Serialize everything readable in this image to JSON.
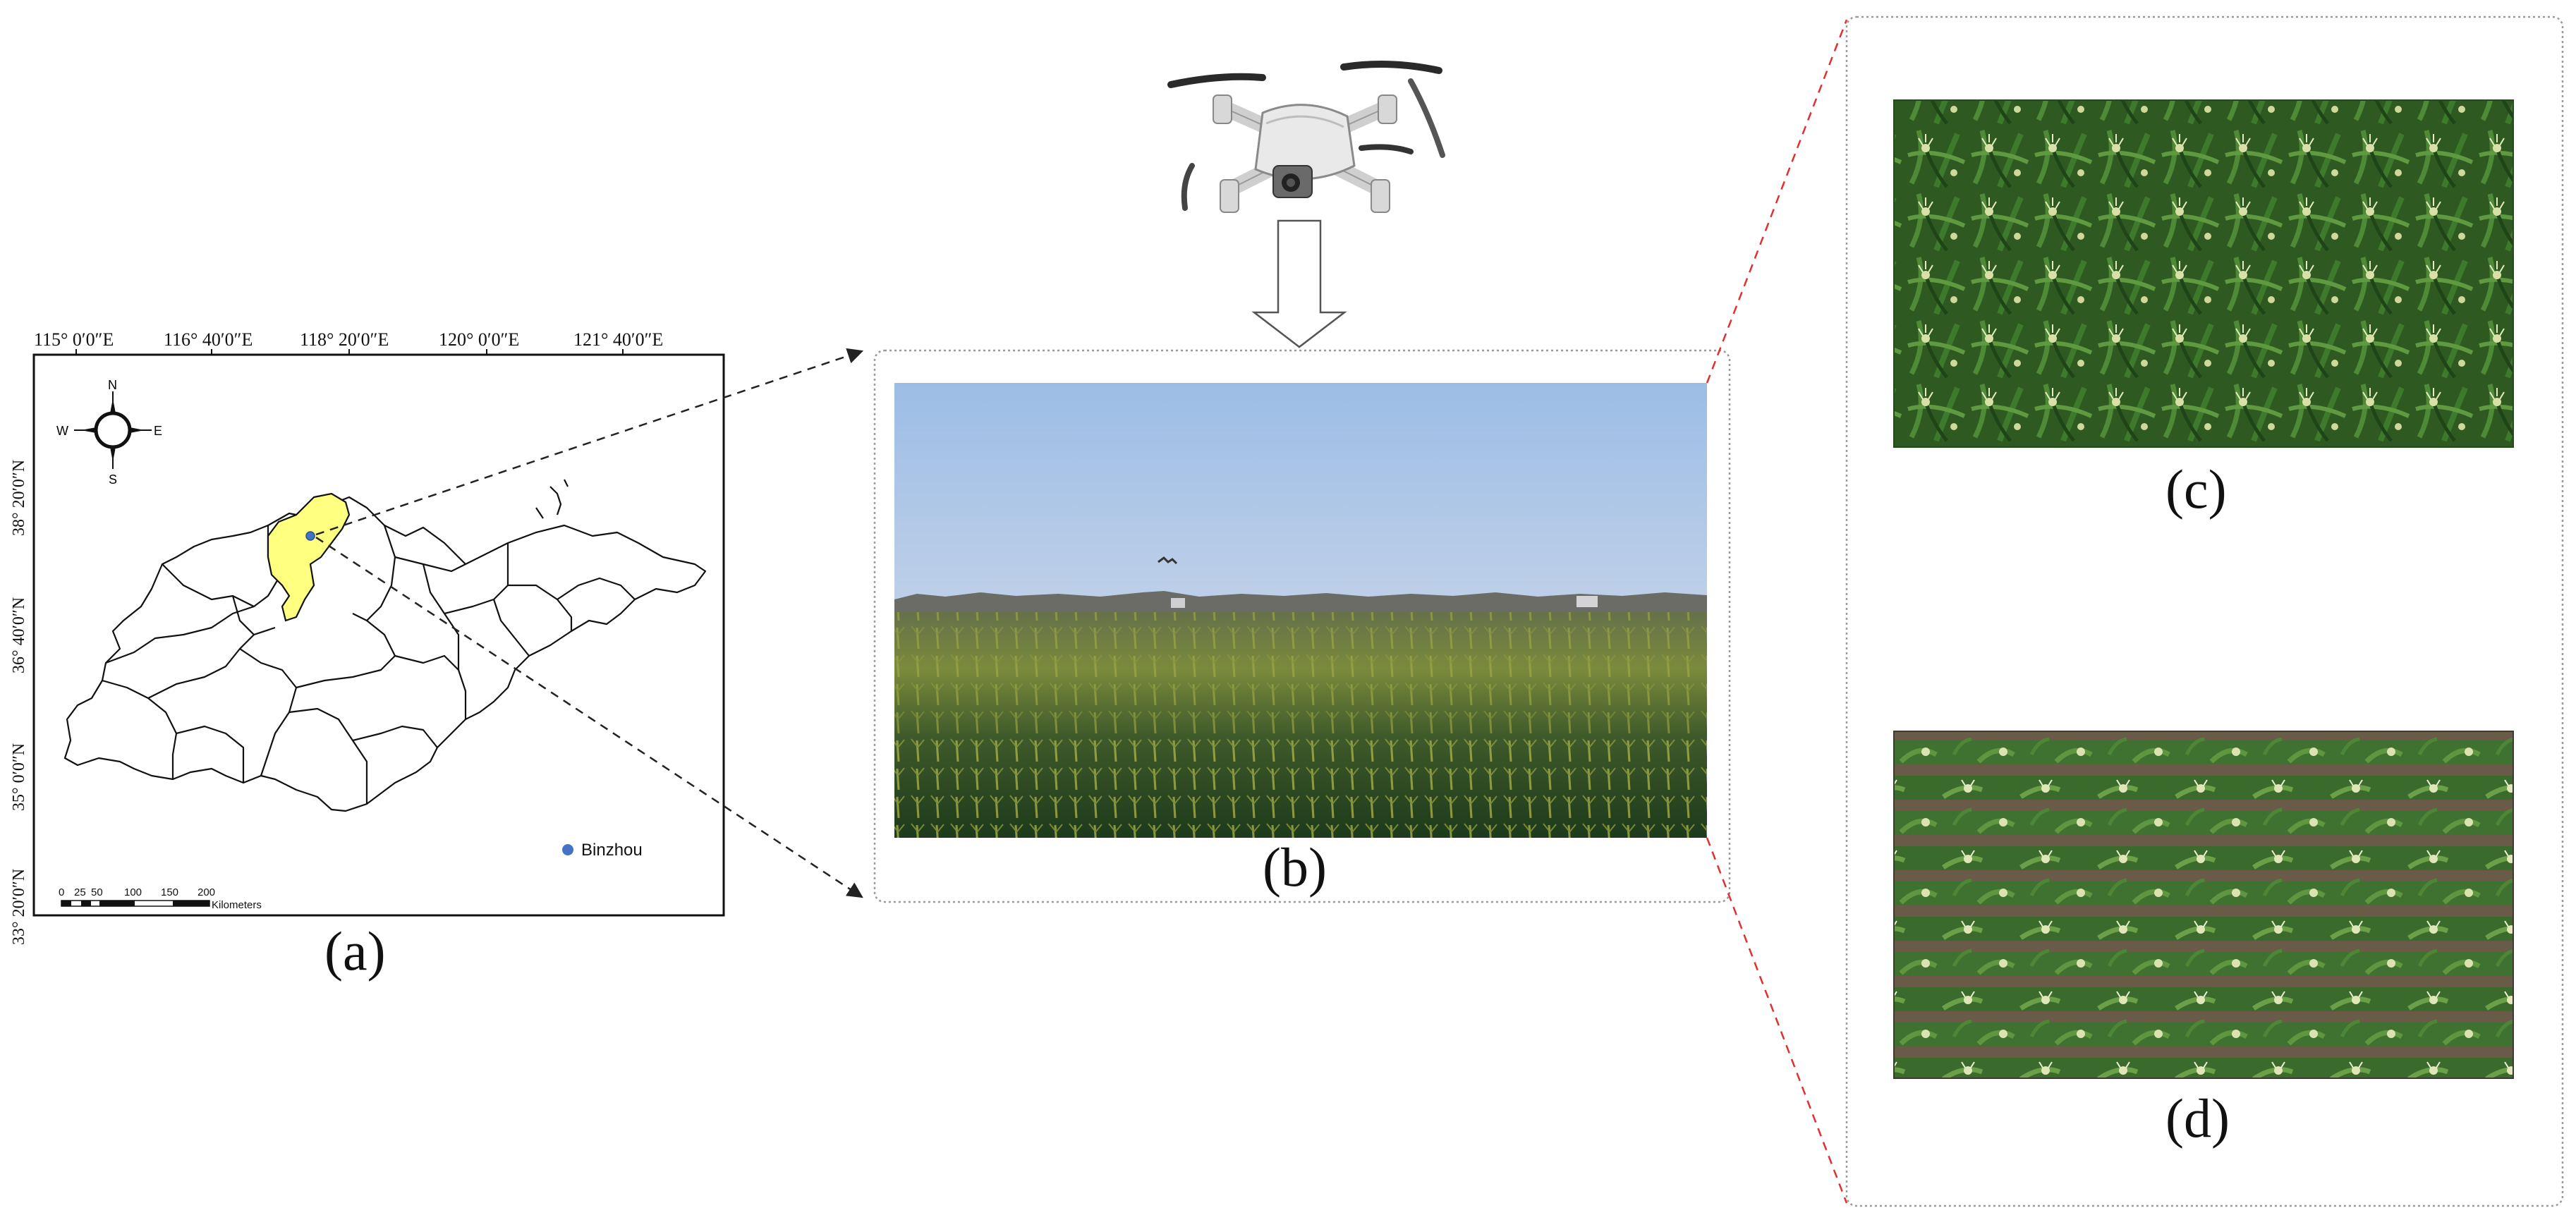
{
  "map_panel": {
    "longitude_labels": [
      "115° 0′0″E",
      "116° 40′0″E",
      "118° 20′0″E",
      "120° 0′0″E",
      "121° 40′0″E"
    ],
    "latitude_labels": [
      "38° 20′0″N",
      "36° 40′0″N",
      "35° 0′0″N",
      "33° 20′0″N"
    ],
    "compass": {
      "north": "N",
      "south": "S",
      "east": "E",
      "west": "W"
    },
    "legend_label": "Binzhou",
    "legend_color": "#4472C4",
    "highlight_color": "#FFFF80",
    "scale_numbers": [
      "0",
      "25",
      "50",
      "100",
      "150",
      "200"
    ],
    "scale_unit": "Kilometers",
    "caption": "(a)"
  },
  "field_panel": {
    "caption": "(b)"
  },
  "crop_panels": [
    {
      "caption": "(c)"
    },
    {
      "caption": "(d)"
    }
  ],
  "colors": {
    "guide_line_black": "#222222",
    "guide_line_red": "#E03030",
    "panel_border": "#9a9a9a"
  }
}
